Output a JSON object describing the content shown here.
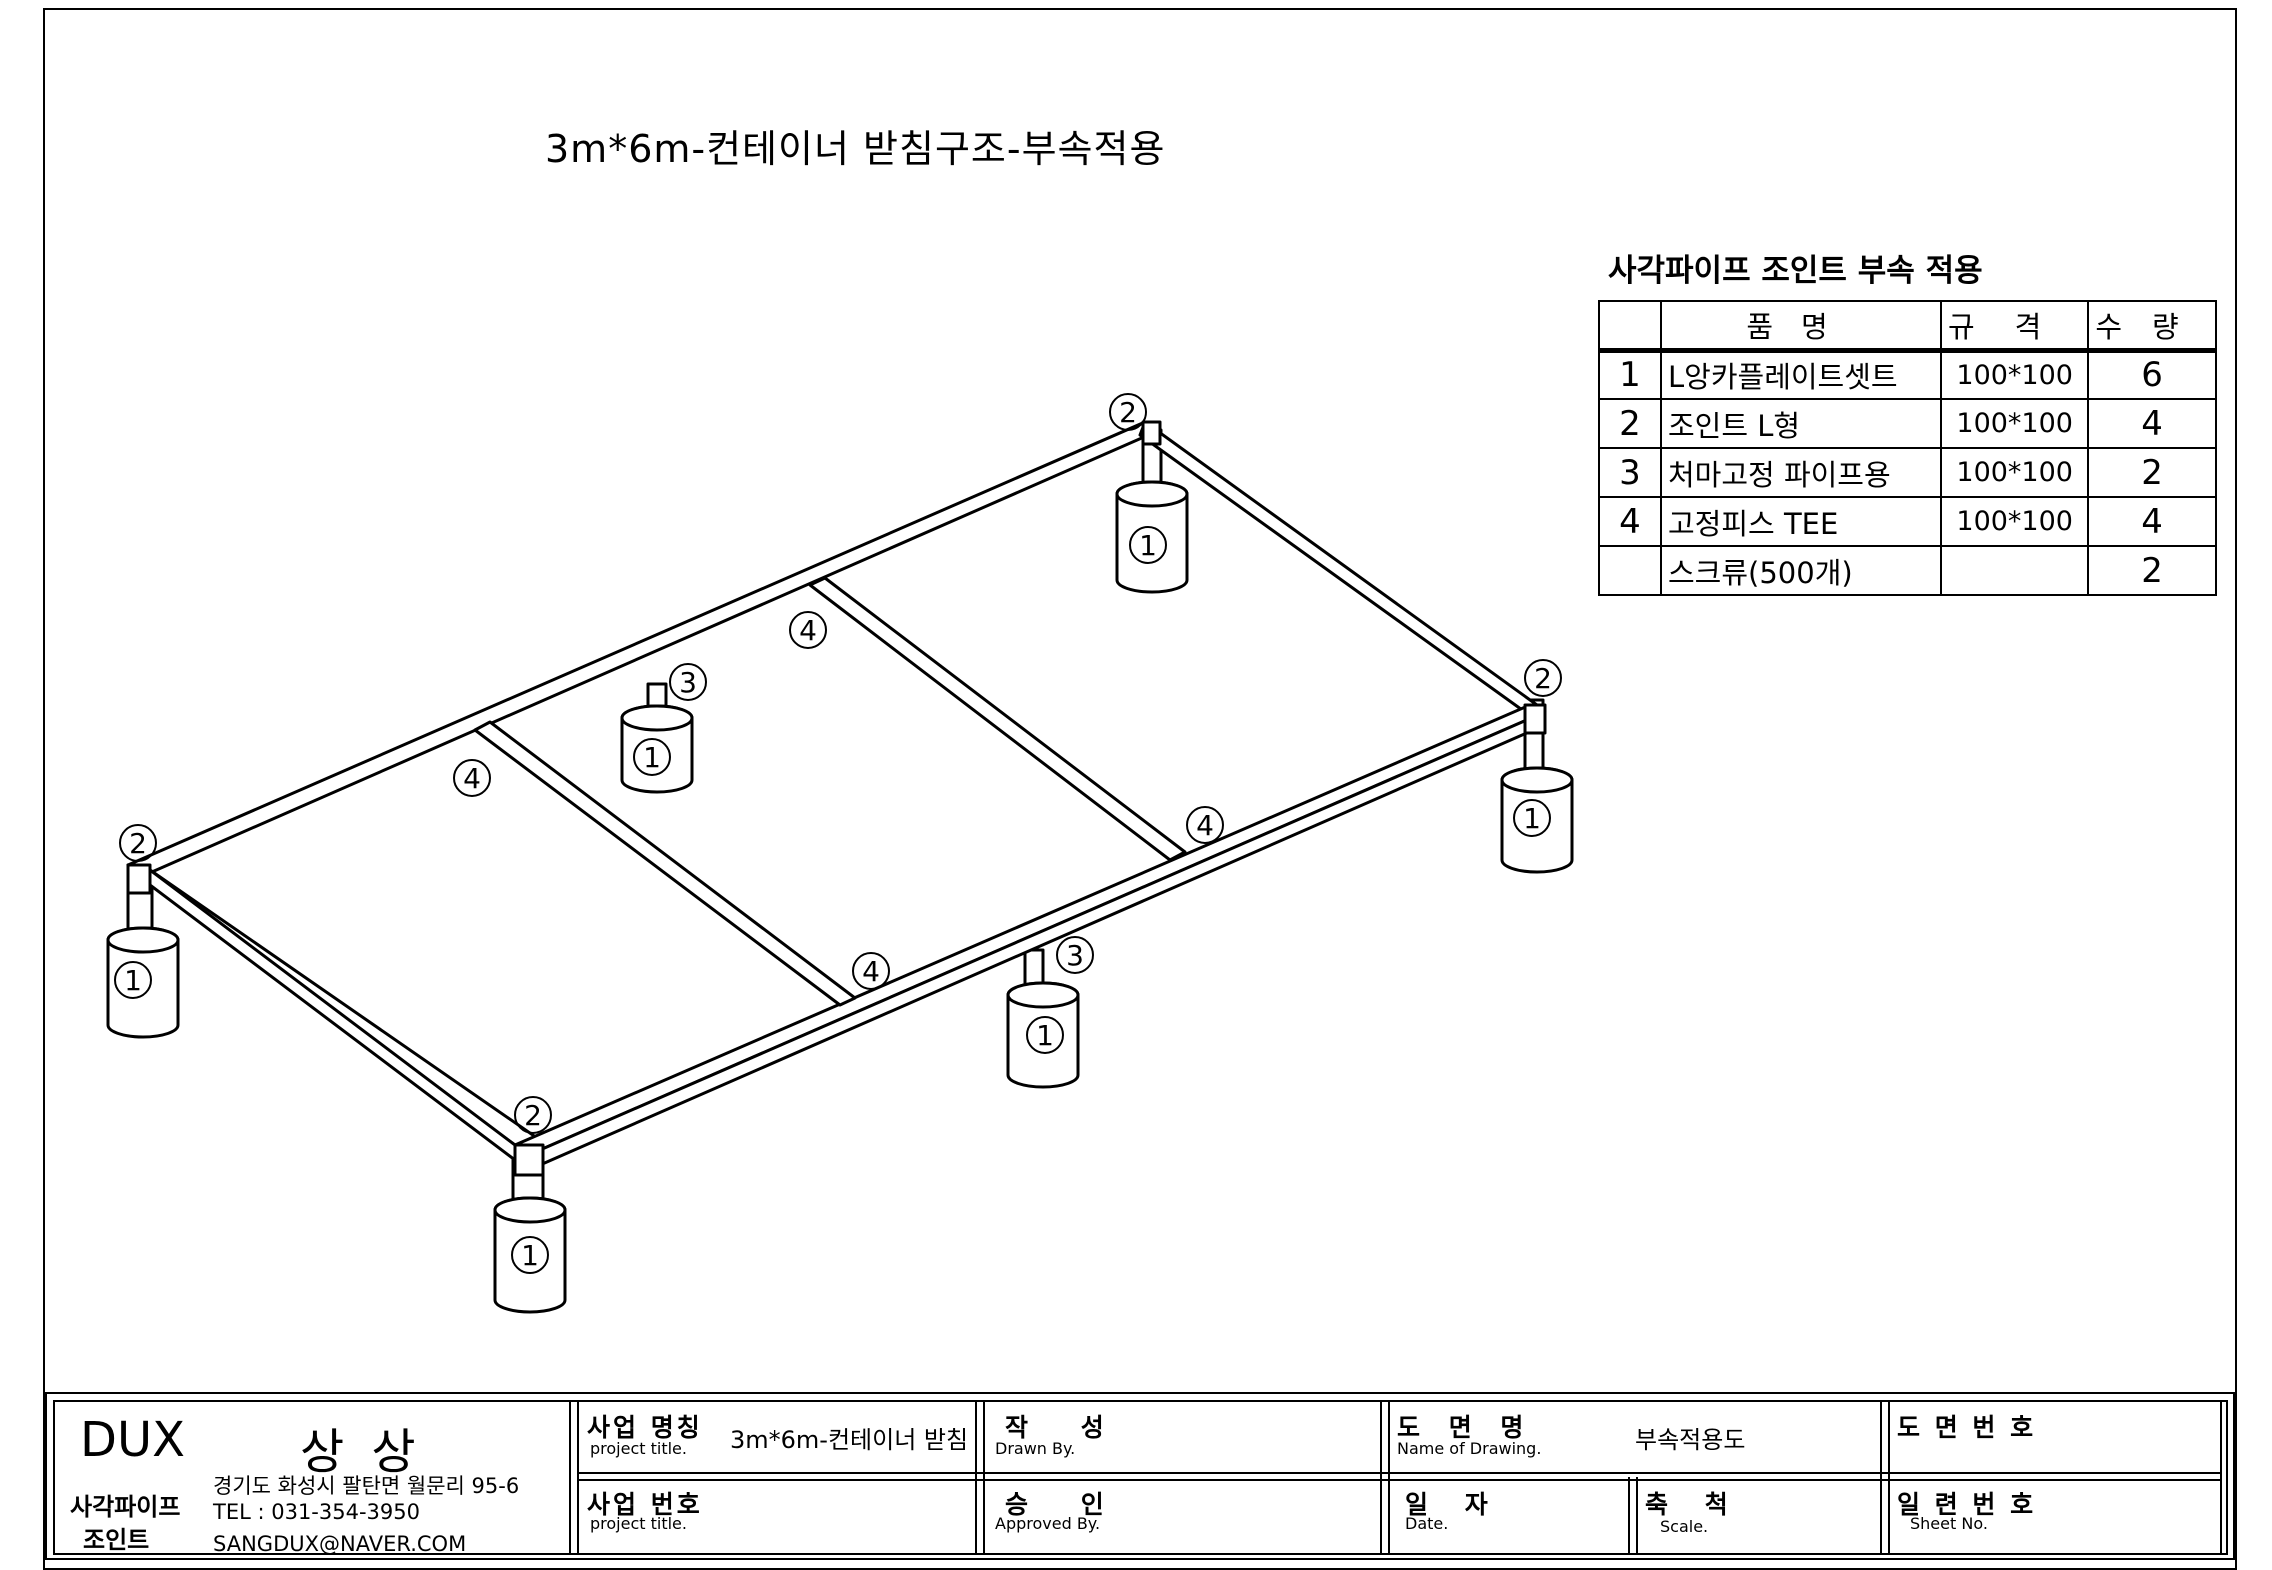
{
  "drawing_title": "3m*6m-컨테이너 받침구조-부속적용",
  "parts_table": {
    "title": "사각파이프 조인트 부속 적용",
    "headers": {
      "name": "품명",
      "spec": "규격",
      "qty": "수량"
    },
    "rows": [
      {
        "no": "1",
        "name": "L앙카플레이트셋트",
        "spec": "100*100",
        "qty": "6"
      },
      {
        "no": "2",
        "name": "조인트 L형",
        "spec": "100*100",
        "qty": "4"
      },
      {
        "no": "3",
        "name": "처마고정 파이프용",
        "spec": "100*100",
        "qty": "2"
      },
      {
        "no": "4",
        "name": "고정피스 TEE",
        "spec": "100*100",
        "qty": "4"
      },
      {
        "no": "",
        "name": "스크류(500개)",
        "spec": "",
        "qty": "2"
      }
    ]
  },
  "callouts": [
    "1",
    "2",
    "3",
    "4"
  ],
  "title_block": {
    "company": {
      "brand": "DUX",
      "name": "상 상",
      "line1": "사각파이프",
      "line2": "조인트",
      "address": "경기도 화성시 팔탄면 월문리 95-6",
      "tel": "TEL : 031-354-3950",
      "email": "SANGDUX@NAVER.COM"
    },
    "project_title_label": "사업 명칭",
    "project_title_sub": "project title.",
    "project_title_value": "3m*6m-컨테이너 받침",
    "project_no_label": "사업 번호",
    "project_no_sub": "project title.",
    "drawn_label": "작 성",
    "drawn_sub": "Drawn By.",
    "approved_label": "승 인",
    "approved_sub": "Approved By.",
    "drawing_name_label": "도 면 명",
    "drawing_name_sub": "Name of Drawing.",
    "drawing_name_value": "부속적용도",
    "date_label": "일 자",
    "date_sub": "Date.",
    "scale_label": "축 척",
    "scale_sub": "Scale.",
    "drawing_no_label": "도 면 번 호",
    "sheet_no_label": "일 련 번 호",
    "sheet_no_sub": "Sheet No."
  }
}
